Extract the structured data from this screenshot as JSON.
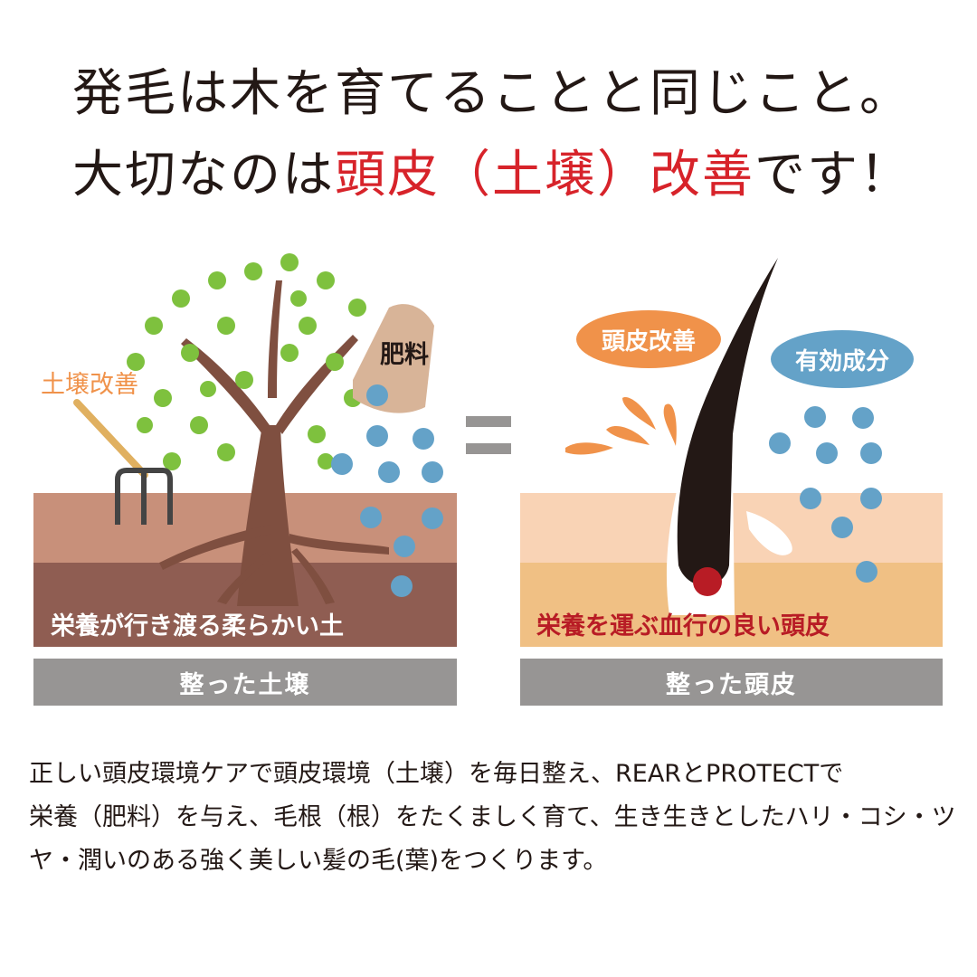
{
  "title": {
    "line1": "発毛は木を育てることと同じこと。",
    "line2_prefix": "大切なのは",
    "line2_highlight": "頭皮（土壌）改善",
    "line2_suffix": "です！"
  },
  "left_panel": {
    "tool_label": "土壌改善",
    "fertilizer_label": "肥料",
    "soil_caption": "栄養が行き渡る柔らかい土",
    "bar_label": "整った土壌"
  },
  "right_panel": {
    "bubble_scalp": "頭皮改善",
    "bubble_ingredients": "有効成分",
    "skin_caption": "栄養を運ぶ血行の良い頭皮",
    "bar_label": "整った頭皮"
  },
  "equals": "=",
  "description": {
    "line1": "正しい頭皮環境ケアで頭皮環境（土壌）を毎日整え、REARとPROTECTで",
    "line2": "栄養（肥料）を与え、毛根（根）をたくましく育て、生き生きとしたハリ・コシ・ツ",
    "line3": "ヤ・潤いのある強く美しい髪の毛(葉)をつくります。"
  },
  "colors": {
    "accent_red": "#d7232a",
    "orange": "#f0924a",
    "blue": "#64a2c8",
    "soil_light": "#c8907a",
    "soil_dark": "#8f5d52",
    "skin_light": "#f9d3b5",
    "skin_dark": "#f0c084",
    "bar_gray": "#979594"
  }
}
